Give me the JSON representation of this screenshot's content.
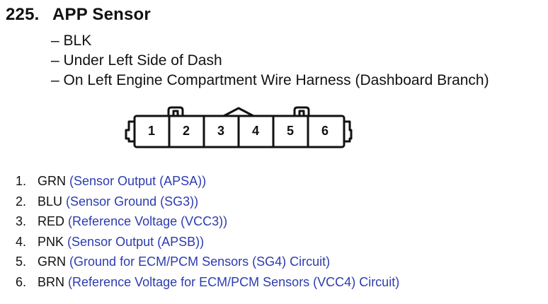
{
  "header": {
    "number": "225.",
    "title": "APP Sensor"
  },
  "details": [
    "– BLK",
    "– Under Left Side of Dash",
    "– On Left Engine Compartment Wire Harness (Dashboard Branch)"
  ],
  "connector": {
    "pins": [
      "1",
      "2",
      "3",
      "4",
      "5",
      "6"
    ]
  },
  "pin_list": [
    {
      "index": "1.",
      "color": "GRN",
      "description": "(Sensor Output (APSA))"
    },
    {
      "index": "2.",
      "color": "BLU",
      "description": "(Sensor Ground (SG3))"
    },
    {
      "index": "3.",
      "color": "RED",
      "description": "(Reference Voltage (VCC3))"
    },
    {
      "index": "4.",
      "color": "PNK",
      "description": "(Sensor Output (APSB))"
    },
    {
      "index": "5.",
      "color": "GRN",
      "description": "(Ground for ECM/PCM Sensors (SG4) Circuit)"
    },
    {
      "index": "6.",
      "color": "BRN",
      "description": "(Reference Voltage for ECM/PCM Sensors (VCC4) Circuit)"
    }
  ],
  "colors": {
    "text": "#111111",
    "description": "#2c3bb0"
  }
}
